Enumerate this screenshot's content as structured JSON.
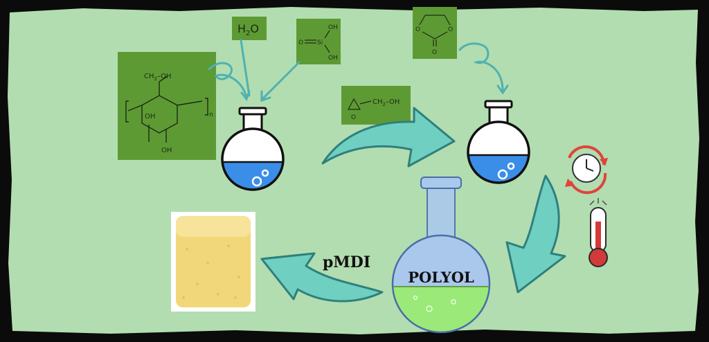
{
  "colors": {
    "background": "#b2ddb0",
    "frame": "#0b0b0b",
    "structure_box": "#5e9a34",
    "arrow_fill": "#6fcfc0",
    "arrow_stroke": "#2f7f7c",
    "curl_arrow": "#4fb1b0",
    "flask_liquid": "#3b8ee8",
    "polyol_flask": "#aac8ec",
    "polyol_liquid": "#9be978",
    "foam": "#f2d77a",
    "clock_red": "#e0443a",
    "thermometer_red": "#d23a3a"
  },
  "labels": {
    "water": "H",
    "water_sub": "2",
    "water_tail": "O",
    "cellulose_ch2oh": "CH",
    "cellulose_ch2oh_sub": "2",
    "cellulose_ch2oh_tail": "–OH",
    "cellulose_oh_inner": "OH",
    "cellulose_oh_bottom": "OH",
    "cellulose_n": "n",
    "silicic_oh_top": "OH",
    "silicic_oh_bottom": "OH",
    "silicic_si": "Si",
    "glycidol_ch2": "CH",
    "glycidol_sub": "2",
    "glycidol_oh": "–OH",
    "glycidol_o": "O",
    "carbonate_o1": "O",
    "carbonate_o2": "O",
    "carbonate_o3": "O",
    "silicic_o": "O",
    "polyol": "POLYOL",
    "pmdi": "pMDI"
  },
  "icons": [
    "flask-icon",
    "clock-icon",
    "thermometer-icon",
    "foam-cube-icon"
  ]
}
